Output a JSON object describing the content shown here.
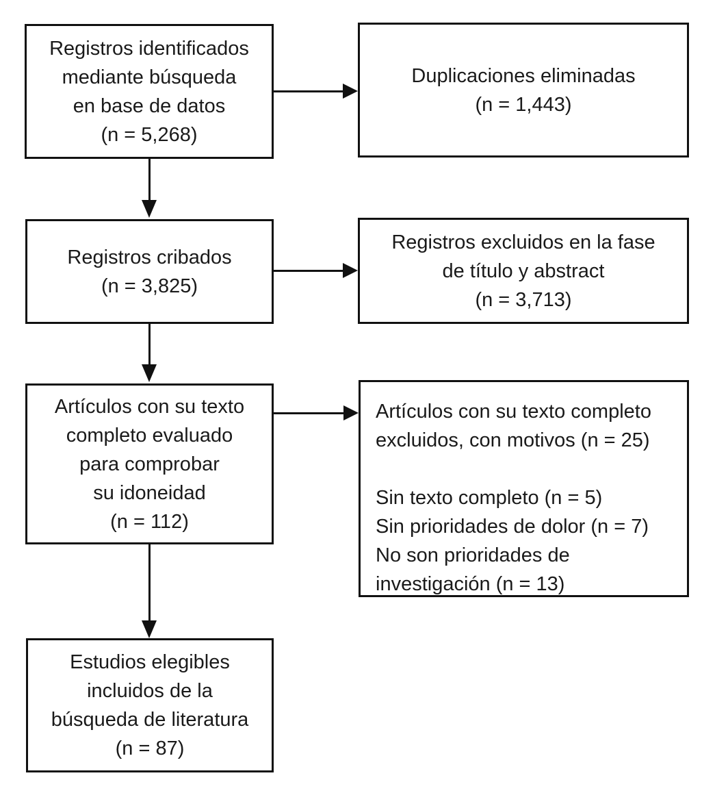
{
  "diagram": {
    "type": "prisma-flowchart",
    "language": "es",
    "colors": {
      "border": "#111111",
      "text": "#1a1a1a",
      "arrow": "#111111",
      "background": "#ffffff"
    },
    "boxes": {
      "identified": {
        "text": "Registros identificados\nmediante búsqueda\nen base de datos\n(n = 5,268)",
        "n": "5,268"
      },
      "duplicates_removed": {
        "text": "Duplicaciones eliminadas\n(n = 1,443)",
        "n": "1,443"
      },
      "screened": {
        "text": "Registros cribados\n(n = 3,825)",
        "n": "3,825"
      },
      "excluded_title_abstract": {
        "text": "Registros excluidos en la fase\nde título y abstract\n(n = 3,713)",
        "n": "3,713"
      },
      "fulltext_assessed": {
        "text": "Artículos con su texto\ncompleto evaluado\npara comprobar\nsu idoneidad\n(n = 112)",
        "n": "112"
      },
      "fulltext_excluded": {
        "text": "Artículos con su texto completo\nexcluidos, con motivos (n = 25)\n\nSin texto completo (n = 5)\nSin prioridades de dolor (n = 7)\nNo son prioridades de\ninvestigación (n = 13)",
        "n": "25",
        "reasons": [
          {
            "label": "Sin texto completo",
            "n": "5"
          },
          {
            "label": "Sin prioridades de dolor",
            "n": "7"
          },
          {
            "label": "No son prioridades de investigación",
            "n": "13"
          }
        ]
      },
      "included": {
        "text": "Estudios elegibles\nincluidos de la\nbúsqueda de literatura\n(n = 87)",
        "n": "87"
      }
    }
  }
}
